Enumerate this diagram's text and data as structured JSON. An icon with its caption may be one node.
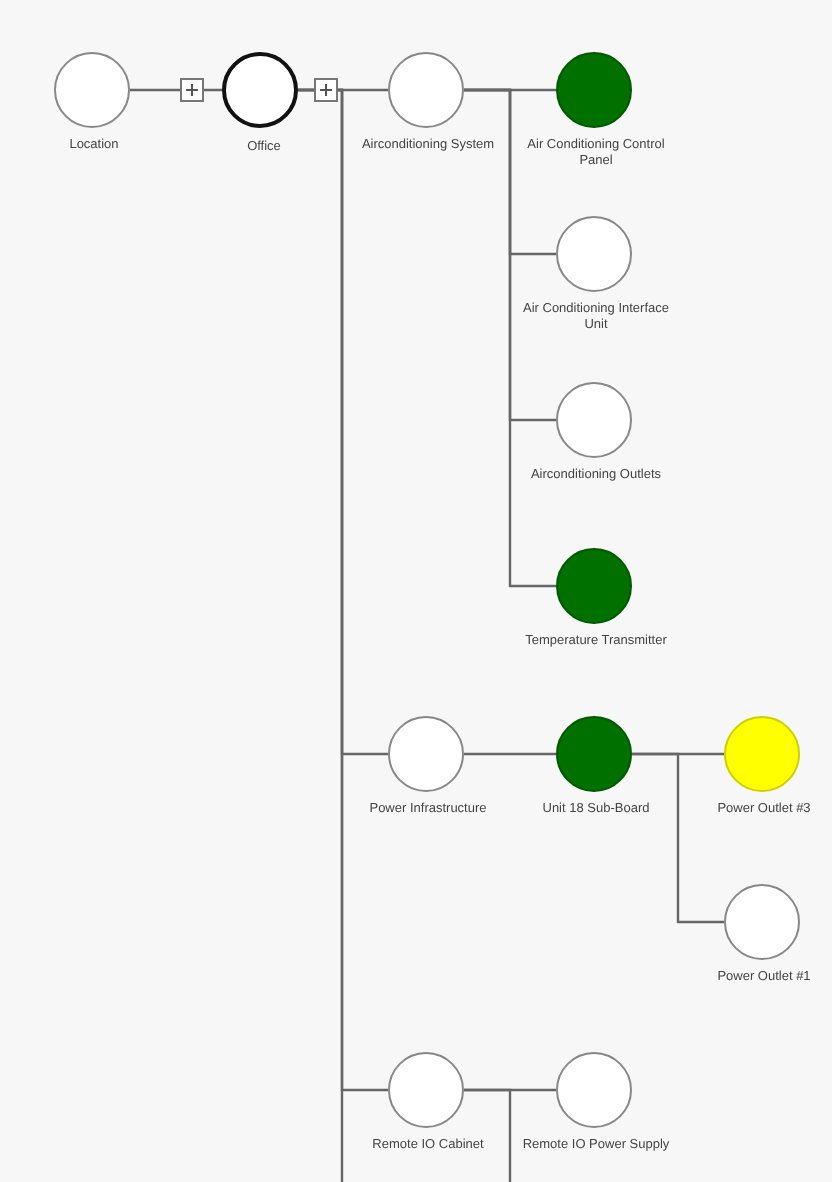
{
  "diagram": {
    "nodes": [
      {
        "text": [
          "Location"
        ]
      },
      {
        "text": [
          "Office"
        ]
      },
      {
        "text": [
          "Airconditioning System"
        ]
      },
      {
        "text": [
          "Air Conditioning Control Panel"
        ]
      },
      {
        "text": [
          "Air Conditioning Interface Unit"
        ]
      },
      {
        "text": [
          "Airconditioning Outlets"
        ]
      },
      {
        "text": [
          "Temperature Transmitter"
        ]
      },
      {
        "text": [
          "Power Infrastructure"
        ]
      },
      {
        "text": [
          "Unit 18 Sub-Board"
        ]
      },
      {
        "text": [
          "Power Outlet #3"
        ]
      },
      {
        "text": [
          "Power Outlet #1"
        ]
      },
      {
        "text": [
          "Remote IO Cabinet"
        ]
      },
      {
        "text": [
          "Remote IO Power Supply"
        ]
      }
    ],
    "edges": [
      {
        "from": 0,
        "to": 1,
        "arrow": "none"
      },
      {
        "from": 1,
        "to": 2,
        "arrow": "none"
      },
      {
        "from": 1,
        "to": 7,
        "arrow": "none"
      },
      {
        "from": 1,
        "to": 11,
        "arrow": "none"
      },
      {
        "from": 1,
        "to": null,
        "arrow": "none"
      },
      {
        "from": 2,
        "to": 3,
        "arrow": "none"
      },
      {
        "from": 2,
        "to": 4,
        "arrow": "none"
      },
      {
        "from": 2,
        "to": 5,
        "arrow": "none"
      },
      {
        "from": 2,
        "to": 6,
        "arrow": "none"
      },
      {
        "from": 7,
        "to": 8,
        "arrow": "none"
      },
      {
        "from": 8,
        "to": 9,
        "arrow": "none"
      },
      {
        "from": 8,
        "to": 10,
        "arrow": "none"
      },
      {
        "from": 11,
        "to": 12,
        "arrow": "none"
      },
      {
        "from": 11,
        "to": null,
        "arrow": "none"
      }
    ]
  }
}
